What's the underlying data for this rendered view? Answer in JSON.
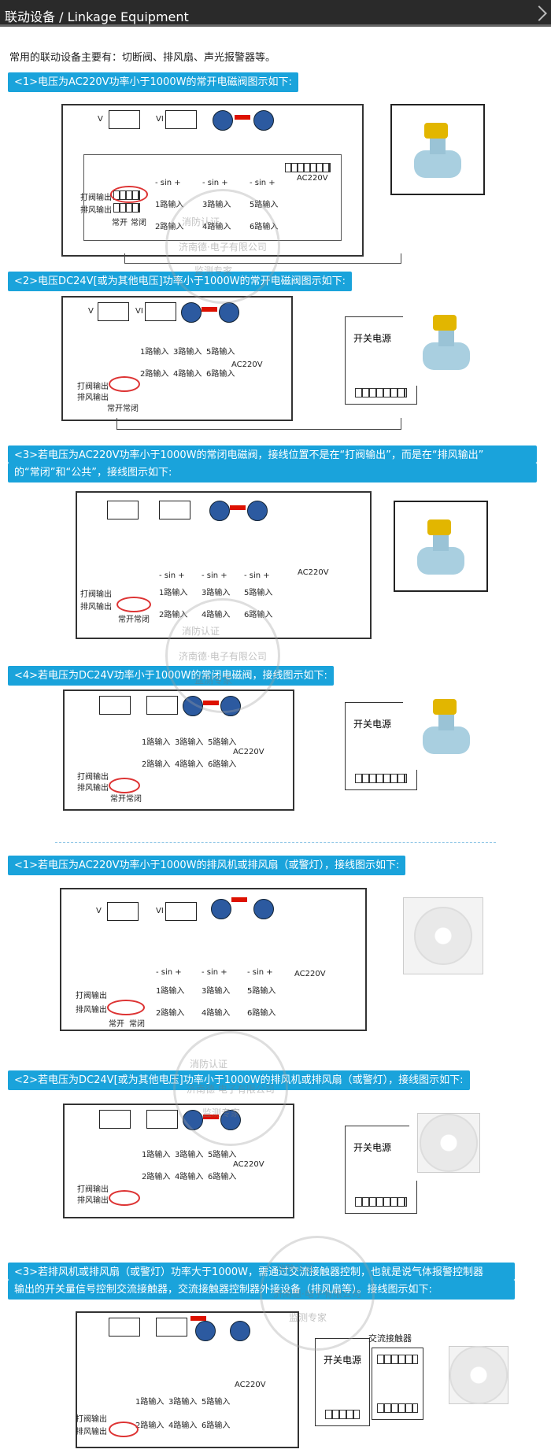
{
  "header": {
    "title": "联动设备 / Linkage Equipment"
  },
  "intro": "常用的联动设备主要有：切断阀、排风扇、声光报警器等。",
  "sections": [
    {
      "label": "<1>电压为AC220V功率小于1000W的常开电磁阀图示如下:"
    },
    {
      "label": "<2>电压DC24V[或为其他电压]功率小于1000W的常开电磁阀图示如下:"
    },
    {
      "label": "<3>若电压为AC220V功率小于1000W的常闭电磁阀，接线位置不是在“打阀输出”，而是在“排风输出”"
    },
    {
      "label": "的“常闭”和“公共”，接线图示如下:"
    },
    {
      "label": "<4>若电压为DC24V功率小于1000W的常闭电磁阀，接线图示如下:"
    },
    {
      "label": "<1>若电压为AC220V功率小于1000W的排风机或排风扇（或警灯），接线图示如下:"
    },
    {
      "label": "<2>若电压为DC24V[或为其他电压]功率小于1000W的排风机或排风扇（或警灯），接线图示如下:"
    },
    {
      "label": "<3>若排风机或排风扇（或警灯）功率大于1000W，需通过交流接触器控制，也就是说气体报警控制器"
    },
    {
      "label": "输出的开关量信号控制交流接触器，交流接触器控制器外接设备（排风扇等）。接线图示如下:"
    }
  ],
  "diagram": {
    "valve_out": "打阀输出",
    "fan_out": "排风输出",
    "no": "常开",
    "nc": "常闭",
    "ch1": "1路输入",
    "ch2": "2路输入",
    "ch3": "3路输入",
    "ch4": "4路输入",
    "ch5": "5路输入",
    "ch6": "6路输入",
    "sin": "- sin +",
    "ac": "AC220V",
    "psu": "开关电源",
    "contactor": "交流接触器",
    "v": "V",
    "vi": "VI"
  },
  "watermark": {
    "line1": "消防认证",
    "line2": "济南德·电子有限公司",
    "line3": "监测专家"
  }
}
